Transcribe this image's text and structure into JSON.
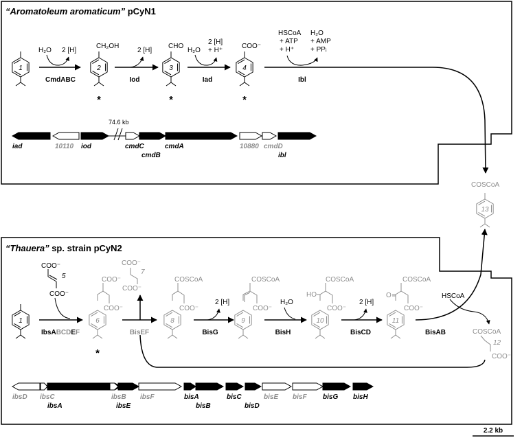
{
  "colors": {
    "black": "#000000",
    "gray": "#8c8c8c",
    "white": "#ffffff"
  },
  "panel_top": {
    "title_name": "“Aromatoleum aromaticum”",
    "title_rest": " pCyN1",
    "compounds": [
      {
        "number": "1"
      },
      {
        "number": "2",
        "substituent": "CH₂OH"
      },
      {
        "number": "3",
        "substituent": "CHO"
      },
      {
        "number": "4",
        "substituent": "COO⁻"
      }
    ],
    "steps": {
      "s1": {
        "in": "H₂O",
        "out": "2 [H]",
        "enzyme": "CmdABC"
      },
      "s2": {
        "out": "2 [H]",
        "enzyme": "Iod"
      },
      "s3": {
        "in": "H₂O",
        "out1": "2 [H]",
        "out2": "+ H⁺",
        "enzyme": "Iad"
      },
      "s4": {
        "in1": "HSCoA",
        "in2": "+ ATP",
        "in3": "+ H⁺",
        "out1": "H₂O",
        "out2": "+ AMP",
        "out3": "+ PPᵢ",
        "enzyme": "Ibl"
      }
    },
    "star": "*",
    "break_label": "74.6 kb",
    "genes": [
      {
        "label": "iad"
      },
      {
        "label": "10110"
      },
      {
        "label": "iod"
      },
      {
        "label": "cmdC"
      },
      {
        "label": "cmdB"
      },
      {
        "label": "cmdA"
      },
      {
        "label": "10880"
      },
      {
        "label": "cmdD"
      },
      {
        "label": "ibl"
      }
    ]
  },
  "shared": {
    "compound13": {
      "number": "13",
      "substituent": "COSCoA"
    }
  },
  "panel_bottom": {
    "title_name": "“Thauera”",
    "title_rest": " sp. strain pCyN2",
    "fumarate": {
      "number": "5",
      "top": "COO⁻",
      "bottom": "COO⁻"
    },
    "compounds": [
      {
        "number": "1"
      },
      {
        "number": "6",
        "top": "COO⁻",
        "side": "COO⁻"
      },
      {
        "number": "7",
        "top": "COO⁻",
        "side": "COO⁻"
      },
      {
        "number": "8",
        "top": "COSCoA",
        "side": "COO⁻"
      },
      {
        "number": "9",
        "top": "COSCoA",
        "side": "COO⁻"
      },
      {
        "number": "10",
        "top": "COSCoA",
        "side": "COO⁻",
        "ho": "HO"
      },
      {
        "number": "11",
        "top": "COSCoA",
        "side": "COO⁻",
        "o": "O"
      },
      {
        "number": "12",
        "top": "COSCoA",
        "bottom": "COO⁻"
      }
    ],
    "ibs_enzyme": {
      "p1": "Ibs",
      "p2": "A",
      "p3": "BCD",
      "p4": "E",
      "p5": "F"
    },
    "steps": {
      "bisef": {
        "enzyme": "BisEF"
      },
      "bisg": {
        "out": "2 [H]",
        "enzyme": "BisG"
      },
      "bish": {
        "in": "H₂O",
        "enzyme": "BisH"
      },
      "biscd": {
        "out": "2 [H]",
        "enzyme": "BisCD"
      },
      "bisab": {
        "enzyme": "BisAB",
        "in": "HSCoA"
      }
    },
    "star": "*",
    "genes": [
      {
        "label": "ibsD"
      },
      {
        "label": "ibsC"
      },
      {
        "label": "ibsA"
      },
      {
        "label": "ibsB"
      },
      {
        "label": "ibsE"
      },
      {
        "label": "ibsF"
      },
      {
        "label": "bisA"
      },
      {
        "label": "bisB"
      },
      {
        "label": "bisC"
      },
      {
        "label": "bisD"
      },
      {
        "label": "bisE"
      },
      {
        "label": "bisF"
      },
      {
        "label": "bisG"
      },
      {
        "label": "bisH"
      }
    ],
    "scale_bar": "2.2 kb"
  }
}
